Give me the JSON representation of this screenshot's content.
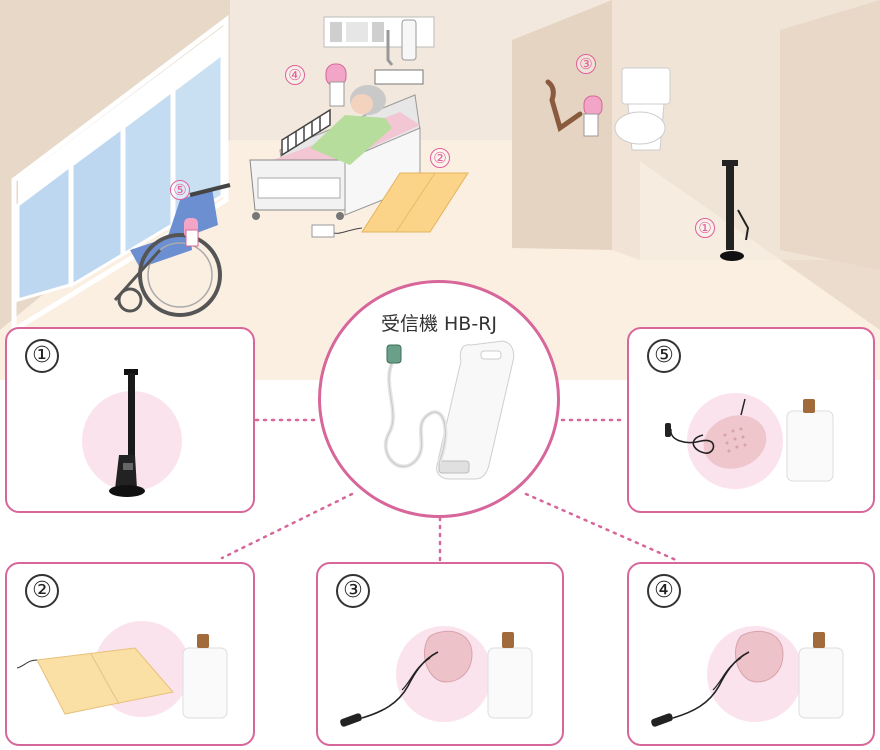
{
  "receiver": {
    "title": "受信機 HB-RJ"
  },
  "scene_markers": [
    "④",
    "③",
    "②",
    "⑤",
    "①"
  ],
  "cards": [
    {
      "number": "①",
      "product": "pole-sensor"
    },
    {
      "number": "⑤",
      "product": "wheelchair-sensor"
    },
    {
      "number": "②",
      "product": "floor-mat-sensor"
    },
    {
      "number": "③",
      "product": "toilet-call-sensor"
    },
    {
      "number": "④",
      "product": "bed-call-sensor"
    }
  ],
  "colors": {
    "accent": "#d7669a",
    "marker": "#e0609a",
    "floor": "#fbeee0",
    "wall": "#efe2d6"
  }
}
